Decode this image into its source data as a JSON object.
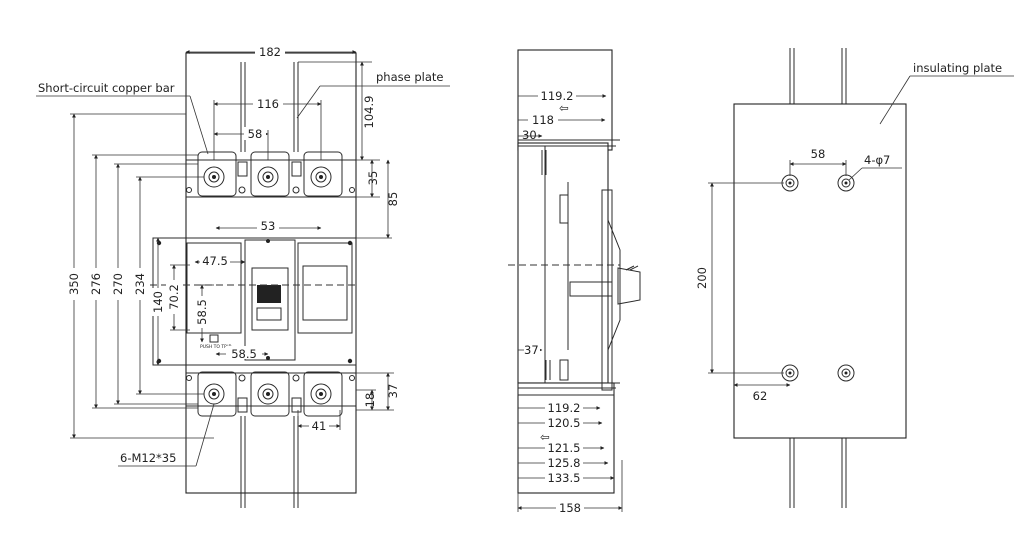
{
  "labels": {
    "short_circuit": "Short-circuit copper bar",
    "phase_plate": "phase plate",
    "insulating_plate": "insulating plate",
    "screw": "6-M12*35",
    "push_to_trip": "PUSH TO TRIP",
    "hole": "4-φ7"
  },
  "front": {
    "d182": "182",
    "d116": "116",
    "d58": "58",
    "d104_9": "104.9",
    "d35": "35",
    "d85": "85",
    "d53": "53",
    "d47_5": "47.5",
    "d70_2": "70.2",
    "d58_5": "58.5",
    "d58_5b": "58.5",
    "d140": "140",
    "d234": "234",
    "d270": "270",
    "d276": "276",
    "d350": "350",
    "d37": "37",
    "d18": "18",
    "d41": "41"
  },
  "side": {
    "d119_2_top": "119.2",
    "d118": "118",
    "d30": "30",
    "d37": "37",
    "d119_2_bot": "119.2",
    "d120_5": "120.5",
    "d121_5": "121.5",
    "d125_8": "125.8",
    "d133_5": "133.5",
    "d158": "158"
  },
  "back": {
    "d58": "58",
    "d200": "200",
    "d62": "62"
  }
}
